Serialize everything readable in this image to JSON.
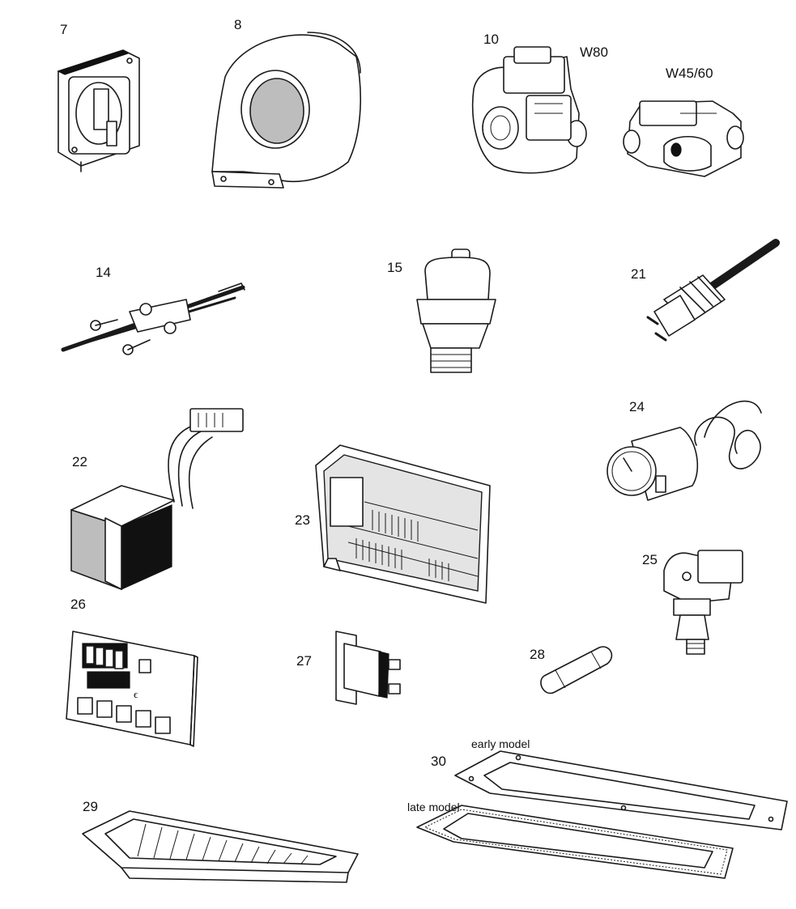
{
  "labels": {
    "p7": "7",
    "p8": "8",
    "p10": "10",
    "w80": "W80",
    "w4560": "W45/60",
    "p14": "14",
    "p15": "15",
    "p21": "21",
    "p22": "22",
    "p23": "23",
    "p24": "24",
    "p25": "25",
    "p26": "26",
    "p27": "27",
    "p28": "28",
    "p29": "29",
    "p30": "30",
    "early_model": "early model",
    "late_model": "late model"
  }
}
